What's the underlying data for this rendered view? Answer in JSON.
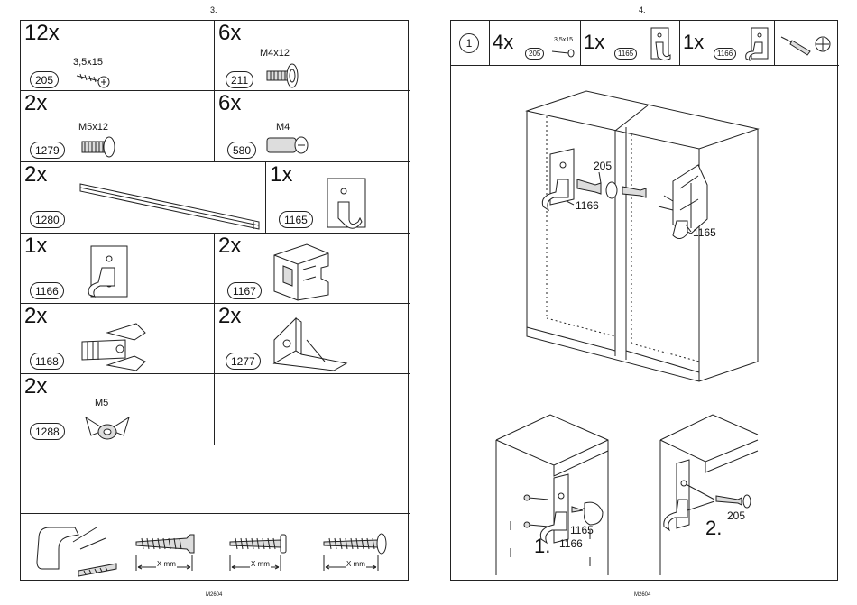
{
  "left_page": {
    "page_number": "3.",
    "footer_code": "M2604",
    "parts": [
      {
        "qty": "12x",
        "code": "205",
        "spec": "3,5x15"
      },
      {
        "qty": "6x",
        "code": "211",
        "spec": "M4x12"
      },
      {
        "qty": "2x",
        "code": "1279",
        "spec": "M5x12"
      },
      {
        "qty": "6x",
        "code": "580",
        "spec": "M4"
      },
      {
        "qty": "2x",
        "code": "1280",
        "spec": ""
      },
      {
        "qty": "1x",
        "code": "1165",
        "spec": ""
      },
      {
        "qty": "1x",
        "code": "1166",
        "spec": ""
      },
      {
        "qty": "2x",
        "code": "1167",
        "spec": ""
      },
      {
        "qty": "2x",
        "code": "1168",
        "spec": ""
      },
      {
        "qty": "2x",
        "code": "1277",
        "spec": ""
      },
      {
        "qty": "2x",
        "code": "1288",
        "spec": "M5"
      }
    ],
    "screw_measure_labels": [
      "X mm",
      "X mm",
      "X mm"
    ]
  },
  "right_page": {
    "page_number": "4.",
    "footer_code": "M2604",
    "step_number": "1",
    "step_parts": [
      {
        "qty": "4x",
        "code": "205",
        "spec": "3,5x15"
      },
      {
        "qty": "1x",
        "code": "1165"
      },
      {
        "qty": "1x",
        "code": "1166"
      }
    ],
    "diagram_labels": {
      "screw": "205",
      "left_hook": "1166",
      "right_hook": "1165"
    },
    "detail_1": {
      "step": "1.",
      "label_a": "1165",
      "label_b": "1166"
    },
    "detail_2": {
      "step": "2.",
      "label": "205"
    }
  },
  "icons": [
    "screwdriver-icon",
    "drill-icon",
    "hook-bracket-icon",
    "rail-icon",
    "wing-nut-icon",
    "corner-bracket-icon"
  ]
}
